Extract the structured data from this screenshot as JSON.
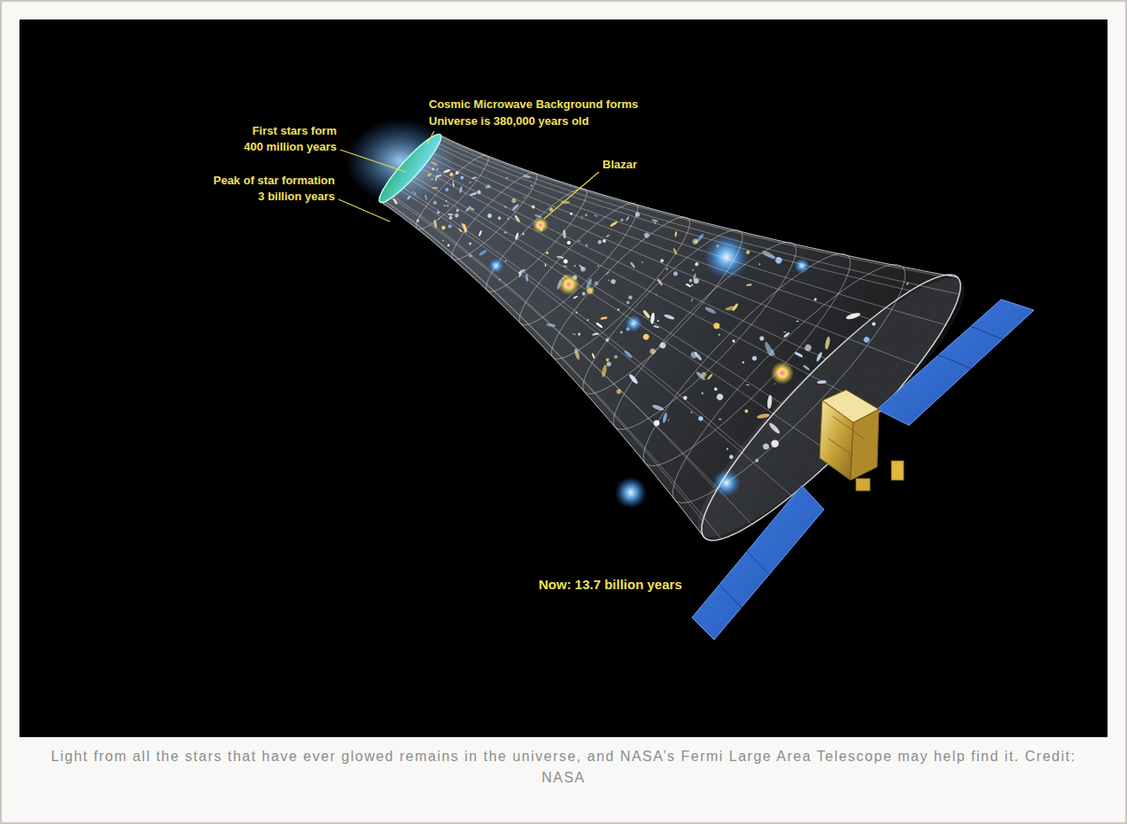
{
  "diagram": {
    "caption": "Light from all the stars that have ever glowed remains in the universe, and NASA’s Fermi Large Area Telescope may help find it. Credit: NASA",
    "labels": [
      "Cosmic Microwave Background forms",
      "Universe is 380,000 years old",
      "First stars form",
      "400 million years",
      "Peak of star formation",
      "3 billion years",
      "Blazar",
      "Now: 13.7 billion years"
    ]
  }
}
